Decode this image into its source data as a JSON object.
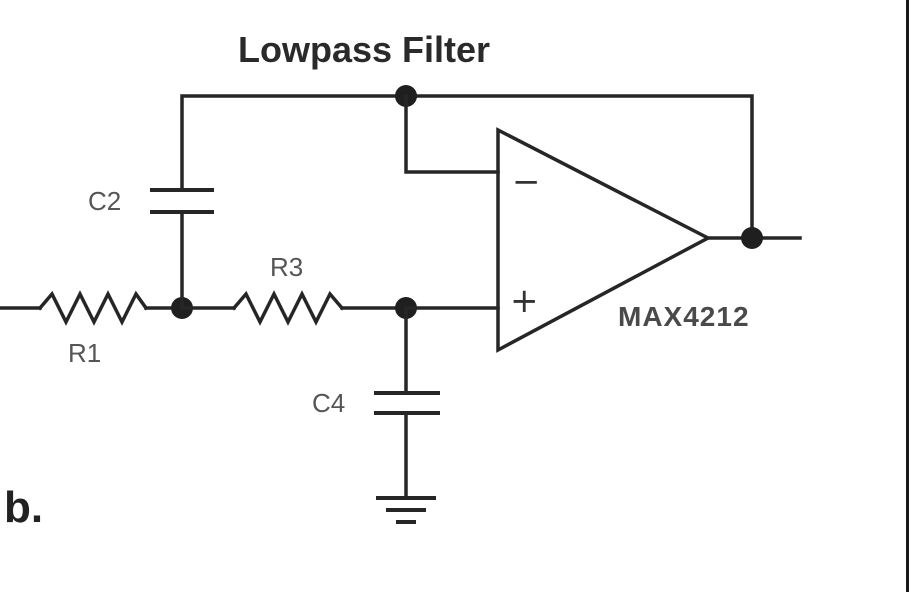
{
  "title": "Lowpass Filter",
  "panel_label": "b.",
  "opamp": {
    "part_number": "MAX4212",
    "inverting_sign": "−",
    "noninverting_sign": "+"
  },
  "components": {
    "r1": "R1",
    "r3": "R3",
    "c2": "C2",
    "c4": "C4"
  }
}
